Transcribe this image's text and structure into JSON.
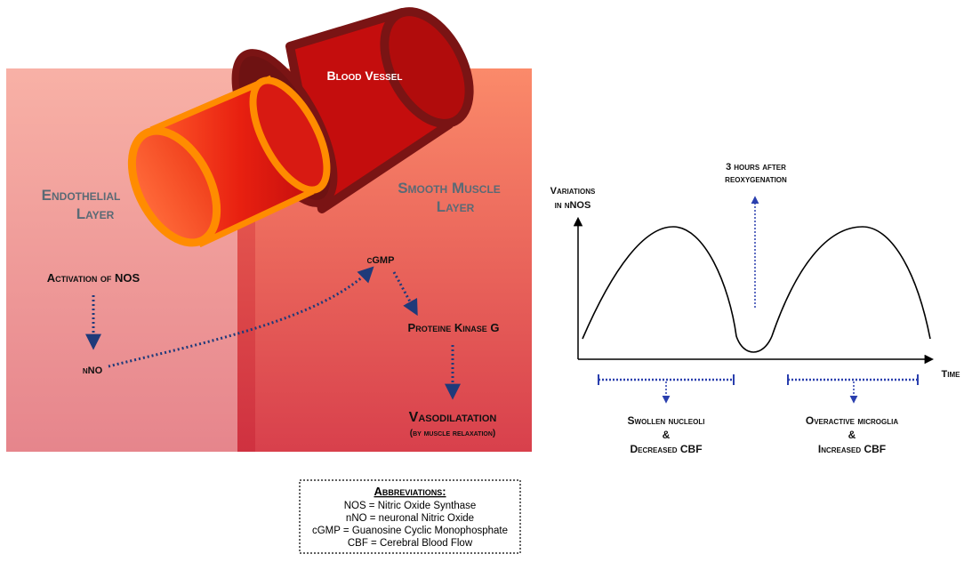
{
  "left_panel": {
    "vessel_label": "Blood Vessel",
    "endothelial_line1": "Endothelial",
    "endothelial_line2": "Layer",
    "smooth_line1": "Smooth Muscle",
    "smooth_line2": "Layer",
    "activation": "Activation of NOS",
    "nno": "nNO",
    "cgmp": "cGMP",
    "pkg": "Proteine Kinase G",
    "vaso": "Vasodilatation",
    "vaso_sub": "(by muscle relaxation)"
  },
  "right_panel": {
    "ylabel_line1": "Variations",
    "ylabel_line2": "in nNOS",
    "xlabel": "Time",
    "annotation_line1": "3 hours after",
    "annotation_line2": "reoxygenation",
    "left_effect_line1": "Swollen nucleoli",
    "left_effect_line2": "&",
    "left_effect_line3": "Decreased CBF",
    "right_effect_line1": "Overactive microglia",
    "right_effect_line2": "&",
    "right_effect_line3": "Increased CBF"
  },
  "abbreviations": {
    "title": "Abbreviations:",
    "items": [
      "NOS = Nitric Oxide Synthase",
      "nNO = neuronal Nitric Oxide",
      "cGMP = Guanosine Cyclic Monophosphate",
      "CBF = Cerebral Blood Flow"
    ]
  },
  "colors": {
    "arrow": "#1f3a7a",
    "vessel_red": "#c40d0d",
    "vessel_rim": "#7a1414",
    "inner_rim": "#ff8c00",
    "layer_label": "#5a6a75"
  }
}
